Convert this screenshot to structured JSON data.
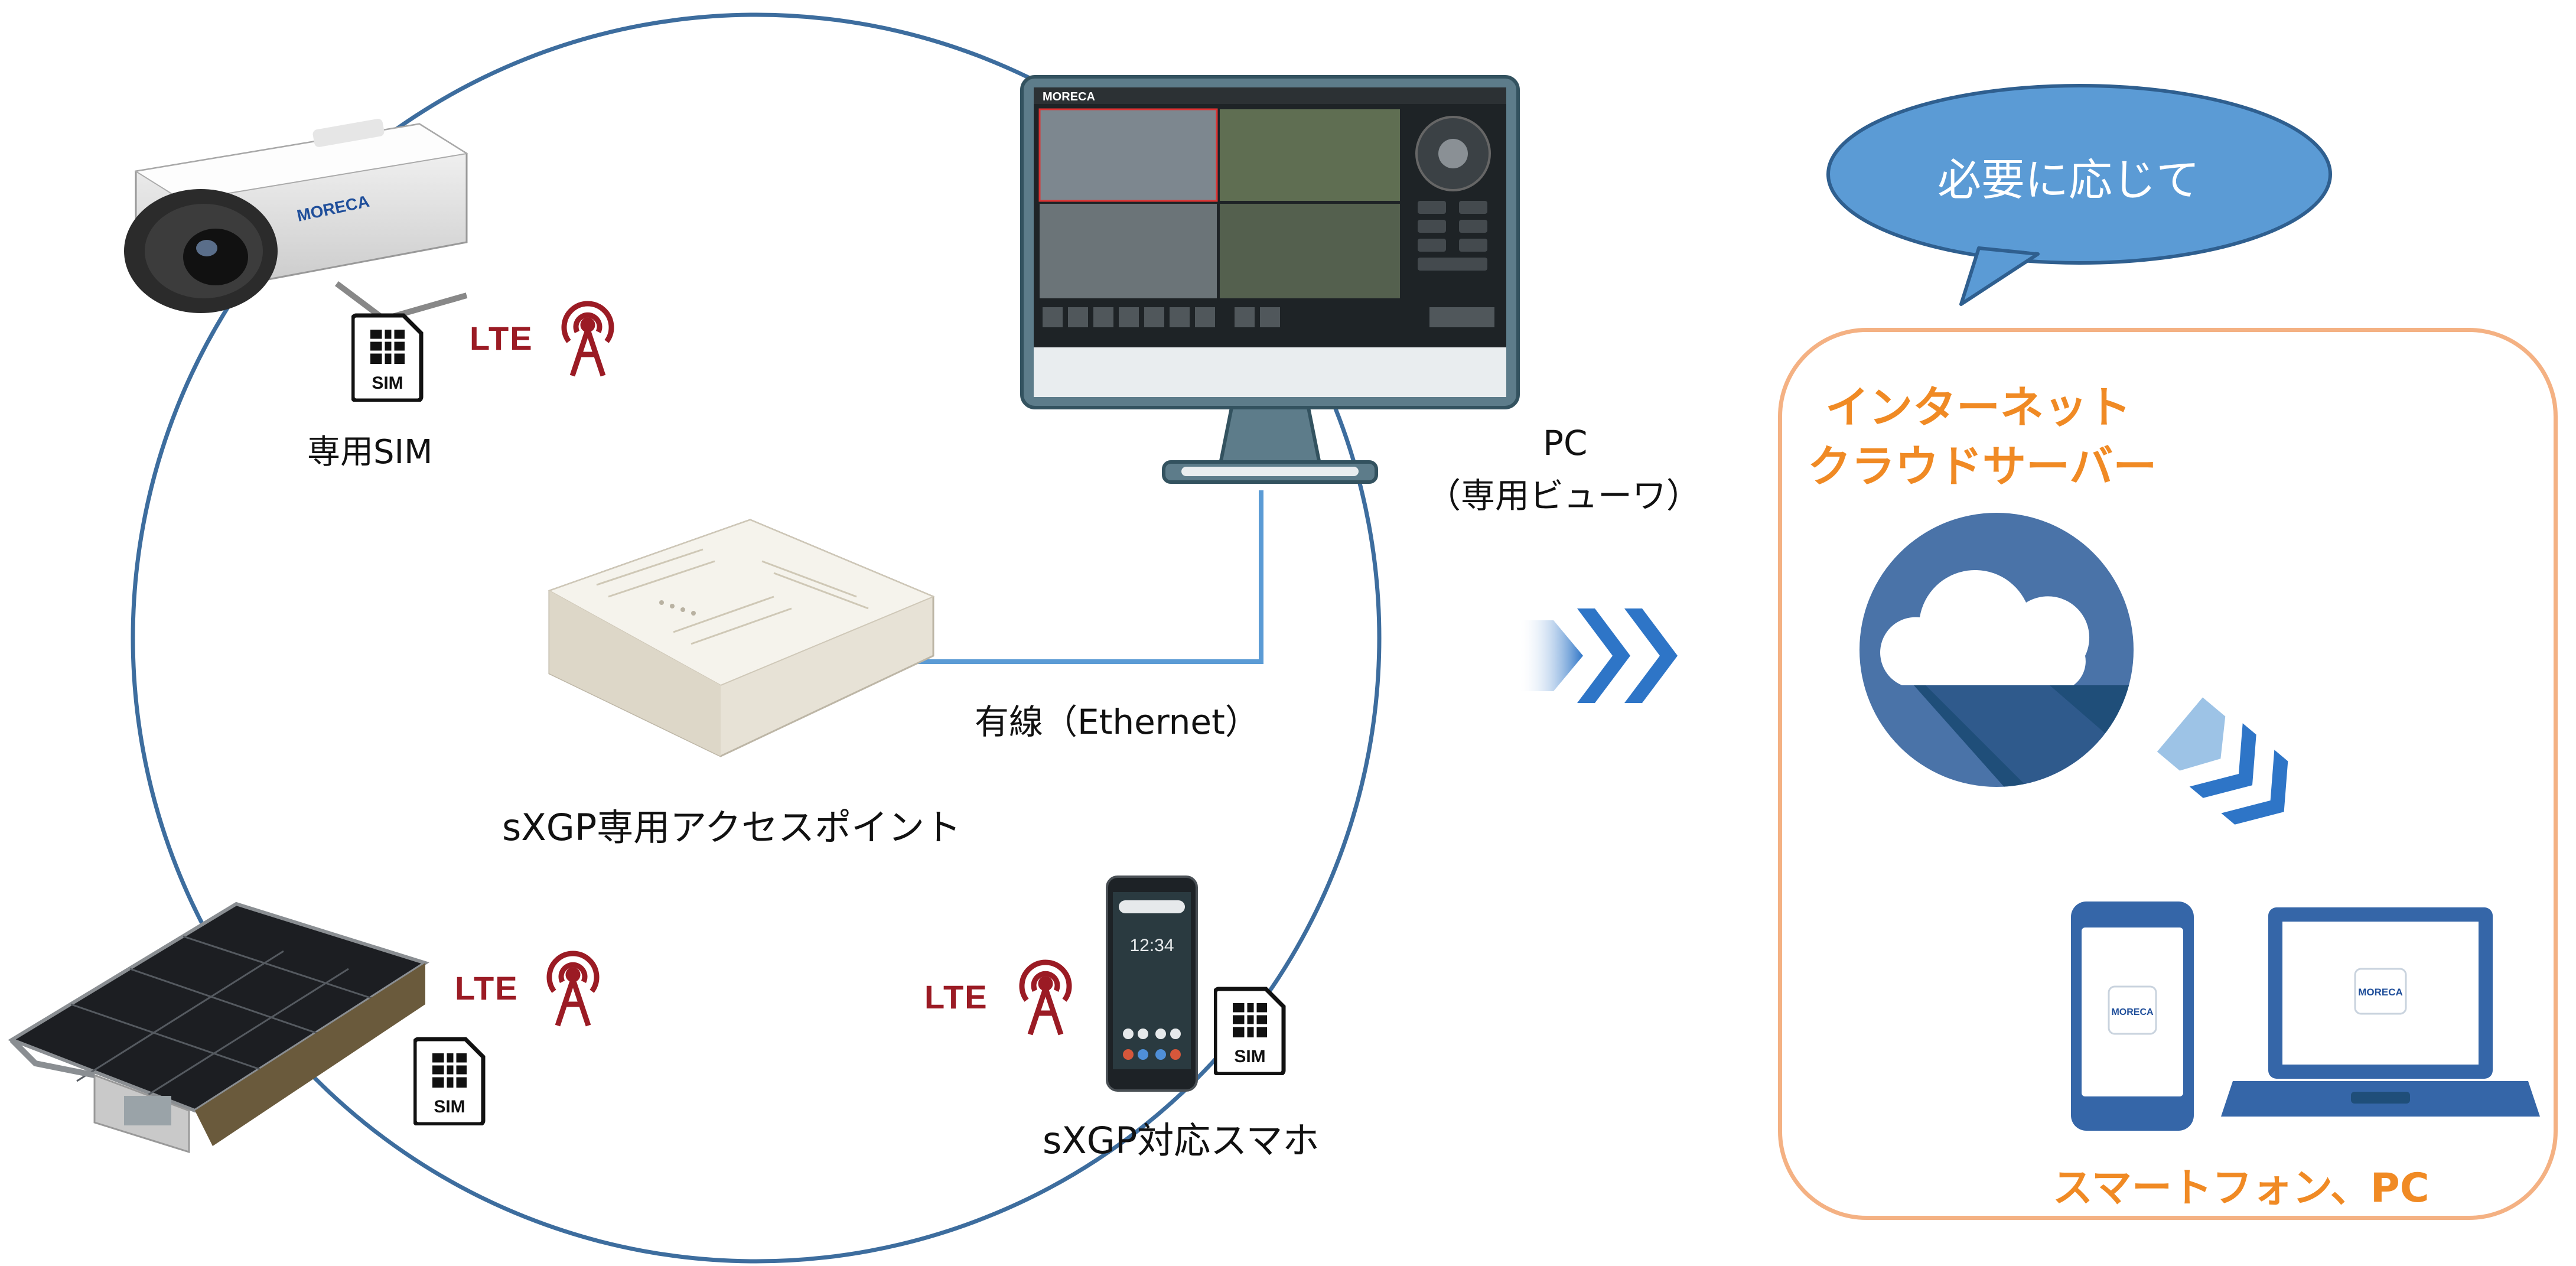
{
  "diagram": {
    "camera": {
      "sim_caption": "専用SIM",
      "sim_badge": "SIM",
      "lte": "LTE",
      "brand": "MORECA"
    },
    "solar_camera": {
      "lte": "LTE",
      "sim_badge": "SIM"
    },
    "pc": {
      "label_line1": "PC",
      "label_line2": "（専用ビューワ）",
      "viewer_brand": "MORECA"
    },
    "access_point": {
      "caption": "sXGP専用アクセスポイント"
    },
    "wired": {
      "caption": "有線（Ethernet）"
    },
    "smartphone": {
      "caption": "sXGP対応スマホ",
      "lte": "LTE",
      "sim_badge": "SIM",
      "clock": "12:34"
    },
    "callout": {
      "text": "必要に応じて"
    },
    "cloud_box": {
      "title_line1": "インターネット",
      "title_line2": "クラウドサーバー",
      "devices_caption": "スマートフォン、PC",
      "phone_app": "MORECA",
      "laptop_app": "MORECA"
    },
    "colors": {
      "circle": "#3d6d9e",
      "lte": "#9b1b24",
      "orange": "#f08a24",
      "callout_fill": "#5b9bd5",
      "cloud_dark": "#1f4e79",
      "cloud_mid": "#4a73a8",
      "device_blue": "#3566a8",
      "monitor_frame": "#4f6e7d"
    }
  }
}
